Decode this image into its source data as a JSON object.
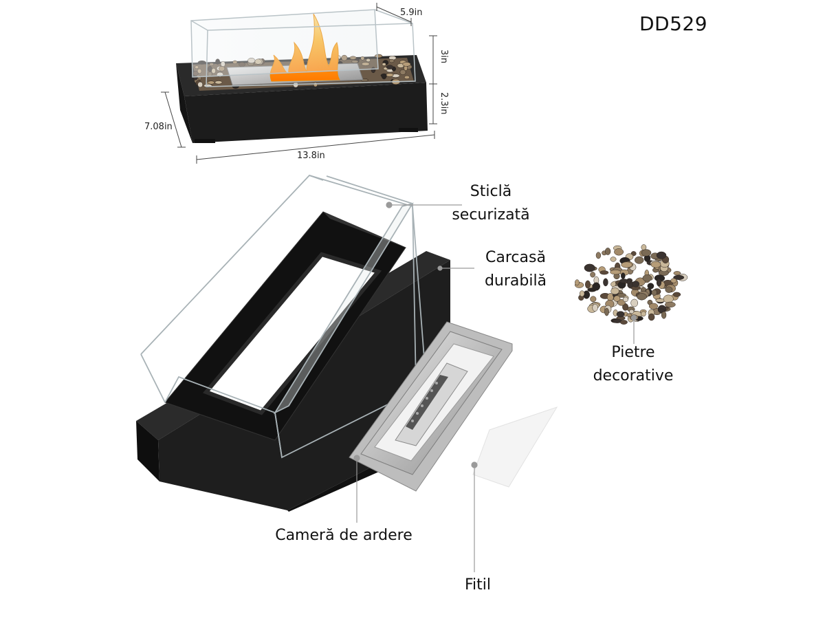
{
  "model_code": "DD529",
  "dimensions": {
    "depth": "5.9in",
    "glass_height": "3in",
    "base_height": "2.3in",
    "width": "7.08in",
    "length": "13.8in"
  },
  "parts": {
    "glass": [
      "Sticlă",
      "securizată"
    ],
    "housing": [
      "Carcasă",
      "durabilă"
    ],
    "stones": [
      "Pietre",
      "decorative"
    ],
    "burner": "Cameră de ardere",
    "wick": "Fitil"
  },
  "colors": {
    "housing": "#1c1c1c",
    "steel": "#c9c9c9",
    "flame": "#f5a623",
    "leader": "#9a9a9a"
  }
}
